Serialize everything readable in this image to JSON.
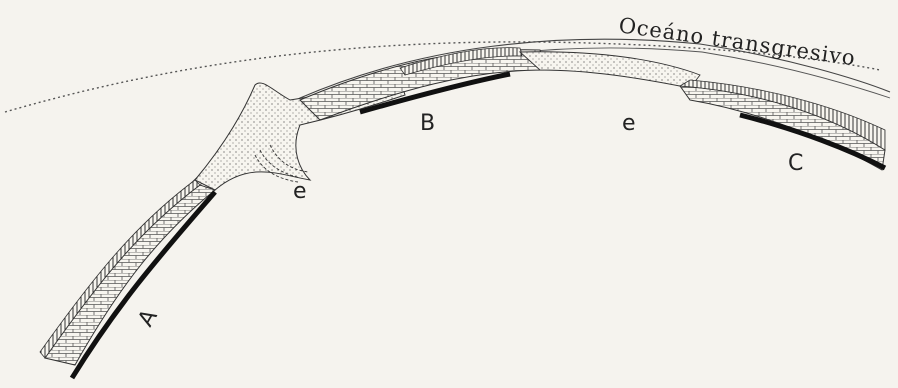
{
  "figure": {
    "title": "Oceáno transgresivo",
    "labels": {
      "a": "A",
      "b": "B",
      "c": "C",
      "e_left": "e",
      "e_right": "e"
    },
    "colors": {
      "background": "#f5f3ee",
      "ink": "#222222",
      "basement": "#111111"
    }
  }
}
